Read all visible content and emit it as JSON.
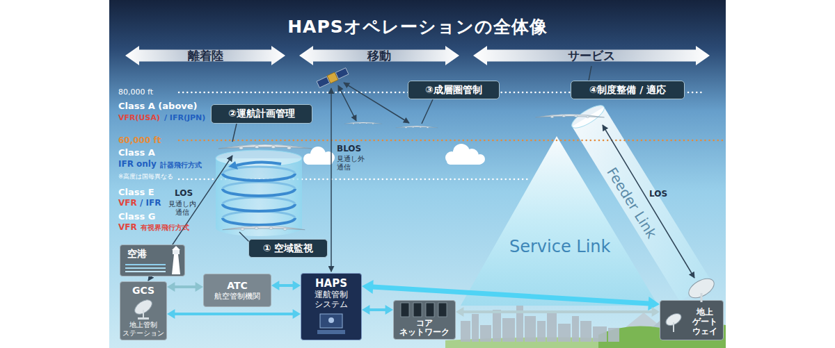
{
  "diagram": {
    "title": "HAPSオペレーションの全体像",
    "nodes": [
      {
        "text": [
          "離着陸"
        ]
      },
      {
        "text": [
          "移動"
        ]
      },
      {
        "text": [
          "サービス"
        ]
      },
      {
        "text": [
          "③成層圏管制"
        ]
      },
      {
        "text": [
          "④制度整備 / 適応"
        ]
      },
      {
        "text": [
          "②運航計画管理"
        ]
      },
      {
        "text": [
          "① 空域監視"
        ]
      },
      {
        "text": [
          "空港"
        ]
      },
      {
        "text": [
          "GCS",
          "地上管制 ステーション"
        ]
      },
      {
        "text": [
          "ATC",
          "航空管制機関"
        ]
      },
      {
        "text": [
          "HAPS",
          "運航管制 システム"
        ]
      },
      {
        "text": [
          "コア ネットワーク"
        ]
      },
      {
        "text": [
          "地上 ゲート ウェイ"
        ]
      }
    ],
    "edges": [
      {
        "from": 8,
        "to": 9,
        "arrow": "both"
      },
      {
        "from": 8,
        "to": 10,
        "arrow": "both"
      },
      {
        "from": 9,
        "to": 10,
        "arrow": "both"
      },
      {
        "from": 10,
        "to": 11,
        "arrow": "both"
      },
      {
        "from": 10,
        "to": 12,
        "arrow": "both"
      },
      {
        "from": 11,
        "to": 12,
        "arrow": "both"
      }
    ],
    "labels": [
      "80,000 ft",
      "Class A (above)",
      "VFR(USA)",
      "/ IFR(JPN)",
      "60,000 ft",
      "Class A",
      "IFR only",
      "計器飛行方式",
      "※高度は国毎異なる",
      "Class E",
      "VFR",
      "/ IFR",
      "Class G",
      "VFR",
      "有視界飛行方式",
      "LOS",
      "見通し内 通信",
      "BLOS",
      "見通し外 通信",
      "Service Link",
      "Feeder Link",
      "LOS"
    ]
  }
}
